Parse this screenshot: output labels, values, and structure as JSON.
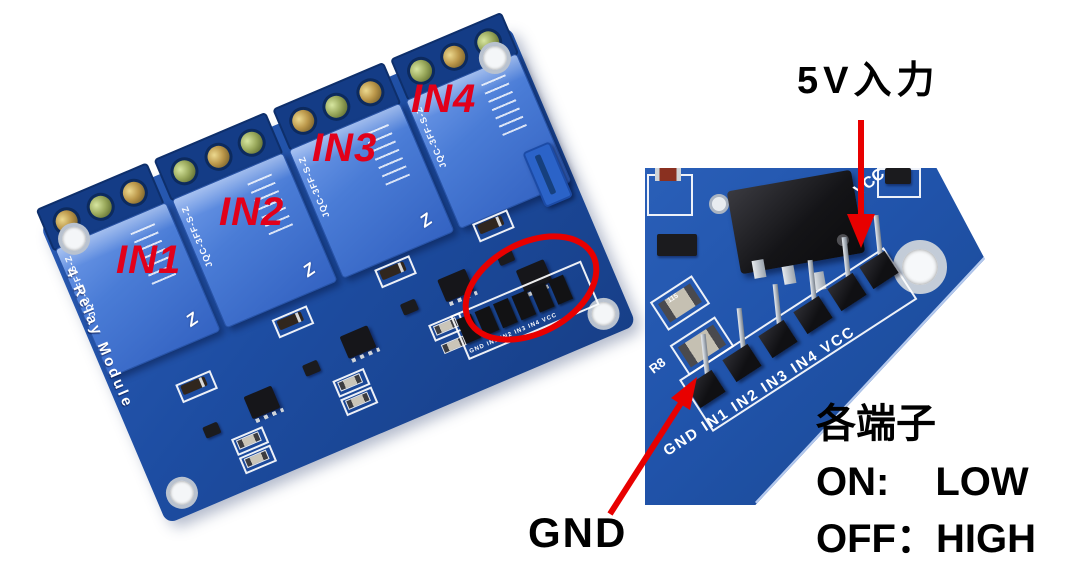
{
  "figure": {
    "type": "annotated hardware photos",
    "subject": "4-channel 5V relay module pinout explanation"
  },
  "colors": {
    "pcb_blue": "#1d4da2",
    "pcb_blue_bright": "#2053aa",
    "relay_blue": "#4a7cd6",
    "terminal_blue": "#143c86",
    "annotation_red": "#e80000",
    "label_red": "#e2001a",
    "silkscreen_white": "#ffffff",
    "annotation_text_black": "#000000"
  },
  "annotations": {
    "power_input_label": "5V入力",
    "gnd_label": "GND",
    "terminals_heading": "各端子",
    "on_label": "ON:",
    "on_value": "LOW",
    "off_label": "OFF：",
    "off_value": "HIGH"
  },
  "left_board": {
    "module_name": "4 Relay Module",
    "relay_model": "JQC-3FF-S-Z",
    "relay_logo": "Z",
    "relay_input_labels": [
      "IN1",
      "IN2",
      "IN3",
      "IN4"
    ],
    "header_silkscreen": "GND IN1 IN2 IN3 IN4 VCC"
  },
  "right_board": {
    "pin_row_silkscreen": "GND IN1 IN2 IN3 IN4 VCC",
    "vcc_silkscreen": "VCC",
    "r8_silkscreen": "R8",
    "resistor_silkscreen": "115"
  }
}
